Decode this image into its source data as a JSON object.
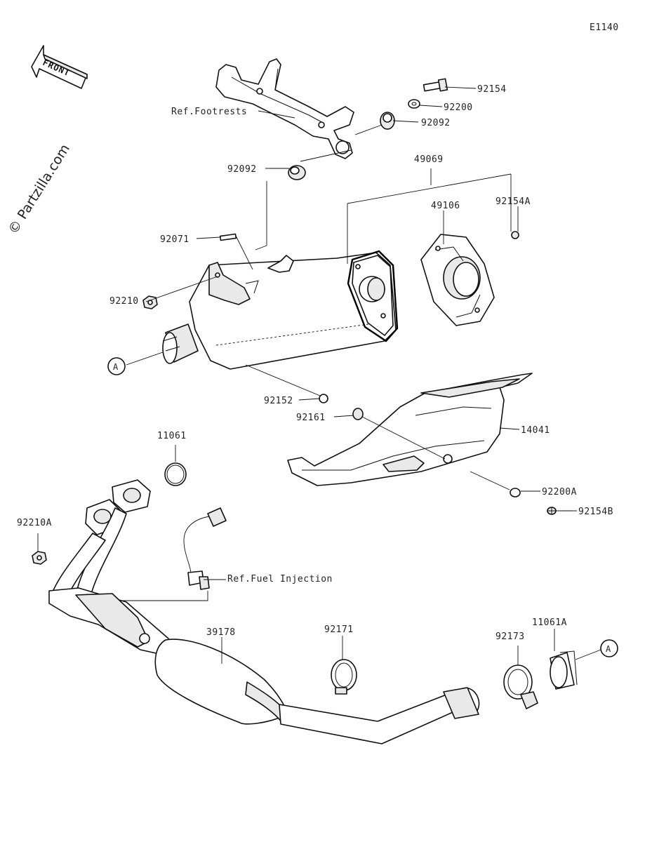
{
  "diagram_code": "E1140",
  "watermark": "© Partzilla.com",
  "front_arrow": "FRONT",
  "callout_ref_a": "A",
  "labels": {
    "p92154": "92154",
    "p92200": "92200",
    "p92092_right": "92092",
    "ref_footrests": "Ref.Footrests",
    "p92092_left": "92092",
    "p49069": "49069",
    "p49106": "49106",
    "p92154A": "92154A",
    "p92071": "92071",
    "p92210": "92210",
    "p92152": "92152",
    "p92161": "92161",
    "p14041": "14041",
    "p11061": "11061",
    "p92200A": "92200A",
    "p92154B": "92154B",
    "p92210A": "92210A",
    "ref_fuel_injection": "Ref.Fuel Injection",
    "p39178": "39178",
    "p92171": "92171",
    "p92173": "92173",
    "p11061A": "11061A"
  }
}
